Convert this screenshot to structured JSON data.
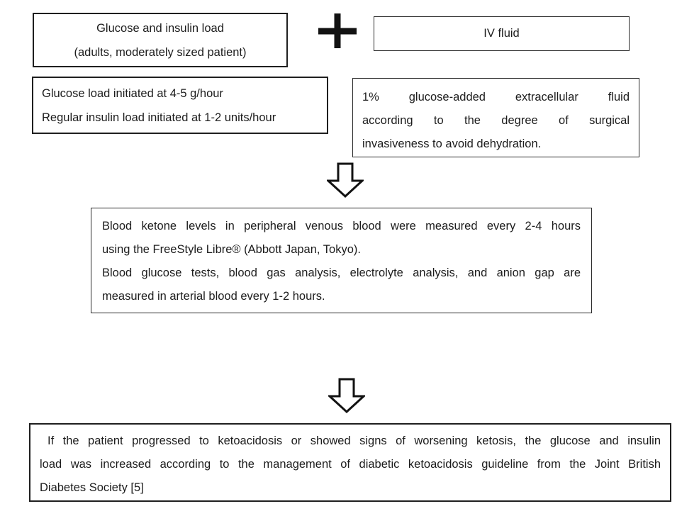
{
  "diagram": {
    "background": "#ffffff",
    "line_color": "#1f1f1f",
    "top_left_box": {
      "lines": [
        "Glucose and insulin load",
        "(adults, moderately sized patient)"
      ]
    },
    "plus_sign": "+",
    "top_right_box": {
      "label": "IV fluid"
    },
    "left_detail_box": {
      "lines": [
        "Glucose load initiated at 4-5 g/hour",
        "Regular insulin load initiated at 1-2 units/hour"
      ]
    },
    "right_detail_box": {
      "lines": [
        "1% glucose-added extracellular fluid",
        "according to the degree of surgical",
        "invasiveness to avoid dehydration."
      ]
    },
    "monitoring_box": {
      "lines": [
        "Blood ketone levels in peripheral venous blood were measured every 2-4 hours",
        "using the FreeStyle Libre® (Abbott Japan, Tokyo).",
        "Blood glucose tests, blood gas analysis, electrolyte analysis, and anion gap are",
        "measured in arterial blood every 1-2 hours."
      ]
    },
    "escalation_box": {
      "lines": [
        "If the patient progressed to ketoacidosis or showed signs of worsening ketosis, the glucose and insulin",
        "load was increased according to the management of diabetic ketoacidosis guideline from the Joint British",
        "Diabetes Society [5]"
      ]
    }
  }
}
